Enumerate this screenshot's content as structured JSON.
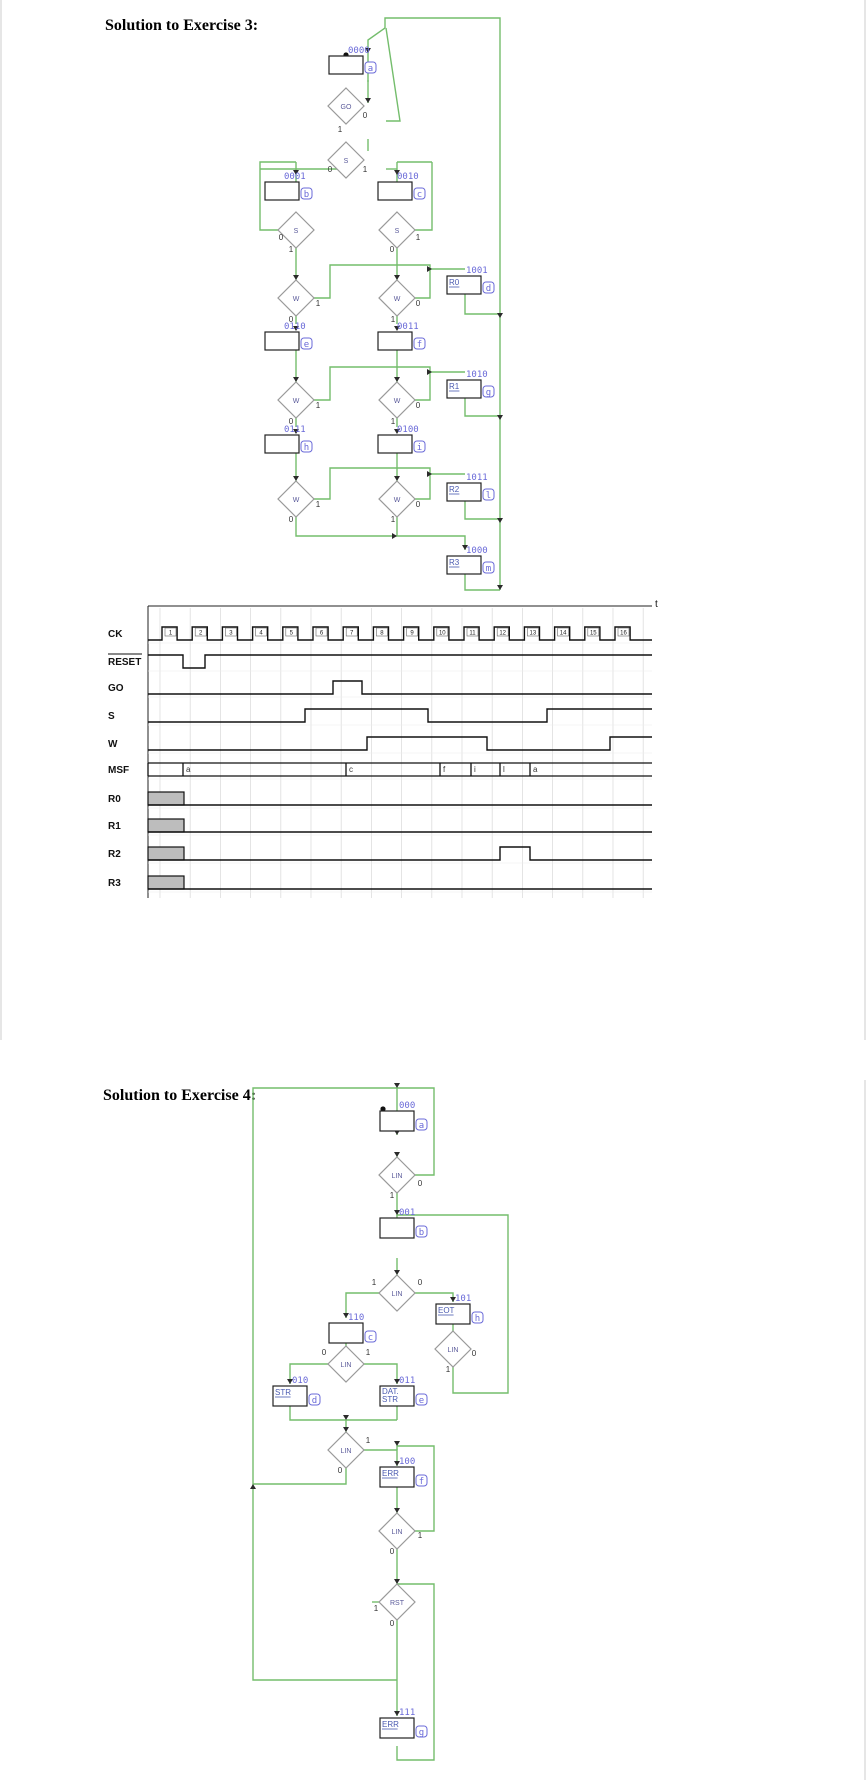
{
  "ex3": {
    "heading": "Solution to Exercise 3:",
    "states": [
      {
        "code": "0000",
        "letter": "a",
        "reg": ""
      },
      {
        "code": "0001",
        "letter": "b",
        "reg": ""
      },
      {
        "code": "0010",
        "letter": "c",
        "reg": ""
      },
      {
        "code": "1001",
        "letter": "d",
        "reg": "R0"
      },
      {
        "code": "0110",
        "letter": "e",
        "reg": ""
      },
      {
        "code": "0011",
        "letter": "f",
        "reg": ""
      },
      {
        "code": "1010",
        "letter": "g",
        "reg": "R1"
      },
      {
        "code": "0111",
        "letter": "h",
        "reg": ""
      },
      {
        "code": "0100",
        "letter": "i",
        "reg": ""
      },
      {
        "code": "1011",
        "letter": "l",
        "reg": "R2"
      },
      {
        "code": "1000",
        "letter": "m",
        "reg": "R3"
      }
    ],
    "decisions": [
      {
        "label": "GO",
        "a": "1",
        "b": "0"
      },
      {
        "label": "S",
        "a": "0",
        "b": "1"
      },
      {
        "label": "S",
        "a": "0",
        "b": "1"
      },
      {
        "label": "S",
        "a": "0",
        "b": "1"
      },
      {
        "label": "W",
        "a": "1",
        "b": "0"
      },
      {
        "label": "W",
        "a": "1",
        "b": "0"
      },
      {
        "label": "W",
        "a": "1",
        "b": "0"
      },
      {
        "label": "W",
        "a": "1",
        "b": "0"
      },
      {
        "label": "W",
        "a": "1",
        "b": "0"
      },
      {
        "label": "W",
        "a": "1",
        "b": "0"
      }
    ]
  },
  "timing": {
    "signals": [
      "CK",
      "RESET",
      "GO",
      "S",
      "W",
      "MSF",
      "R0",
      "R1",
      "R2",
      "R3"
    ],
    "cycles": [
      "1",
      "2",
      "3",
      "4",
      "5",
      "6",
      "7",
      "8",
      "9",
      "10",
      "11",
      "12",
      "13",
      "14",
      "15",
      "16"
    ],
    "time_symbol": "t",
    "msf_labels": [
      "a",
      "c",
      "f",
      "i",
      "l",
      "a"
    ]
  },
  "ex4": {
    "heading": "Solution to Exercise 4:",
    "states": [
      {
        "code": "000",
        "letter": "a",
        "reg": ""
      },
      {
        "code": "001",
        "letter": "b",
        "reg": ""
      },
      {
        "code": "110",
        "letter": "c",
        "reg": ""
      },
      {
        "code": "101",
        "letter": "h",
        "reg": "EOT"
      },
      {
        "code": "010",
        "letter": "d",
        "reg": "STR"
      },
      {
        "code": "011",
        "letter": "e",
        "reg": "DAT.\nSTR"
      },
      {
        "code": "100",
        "letter": "f",
        "reg": "ERR"
      },
      {
        "code": "111",
        "letter": "g",
        "reg": "ERR"
      }
    ],
    "decisions": [
      {
        "label": "LIN",
        "a": "1",
        "b": "0"
      },
      {
        "label": "LIN",
        "a": "1",
        "b": "0"
      },
      {
        "label": "LIN",
        "a": "0",
        "b": "1"
      },
      {
        "label": "LIN",
        "a": "1",
        "b": "0"
      },
      {
        "label": "LIN",
        "a": "0",
        "b": "1"
      },
      {
        "label": "LIN",
        "a": "0",
        "b": "1"
      },
      {
        "label": "RST",
        "a": "1",
        "b": "0"
      }
    ]
  }
}
